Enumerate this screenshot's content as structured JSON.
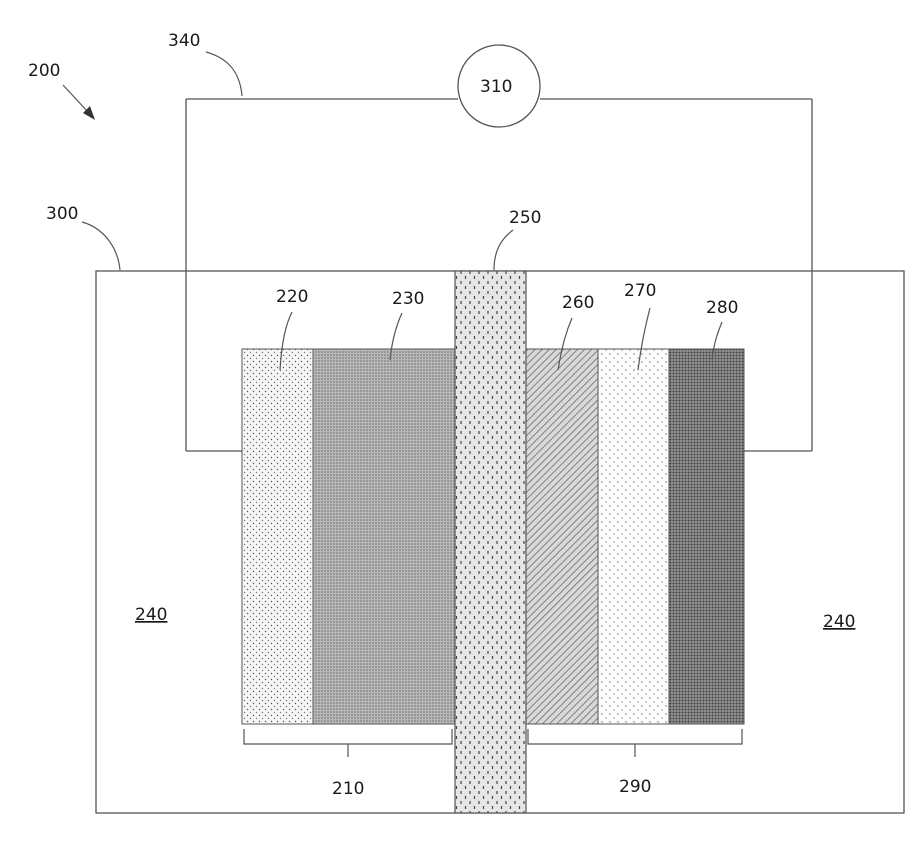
{
  "labels": {
    "assembly": "200",
    "lead_wire": "340",
    "power_source": "310",
    "housing": "300",
    "separator": "250",
    "layer_220": "220",
    "layer_230": "230",
    "layer_260": "260",
    "layer_270": "270",
    "layer_280": "280",
    "electrolyte_left": "240",
    "electrolyte_right": "240",
    "group_left": "210",
    "group_right": "290"
  }
}
